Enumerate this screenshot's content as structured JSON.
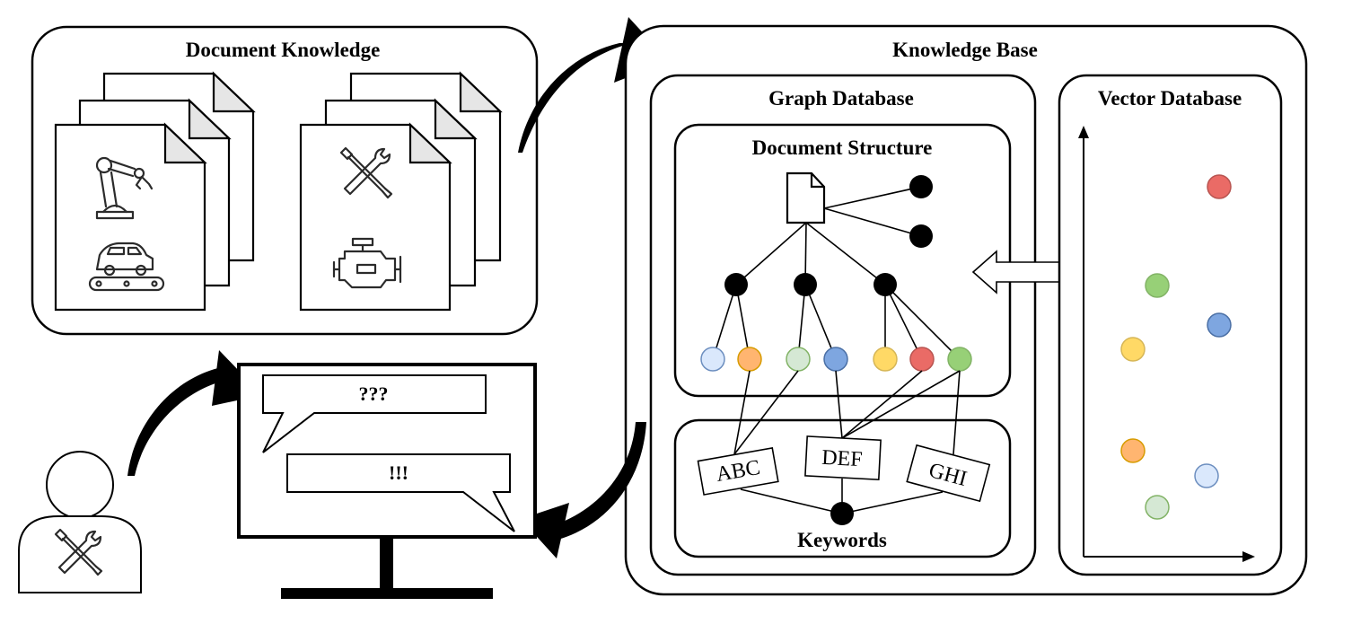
{
  "document_knowledge": {
    "title": "Document Knowledge"
  },
  "knowledge_base": {
    "title": "Knowledge Base"
  },
  "graph_database": {
    "title": "Graph Database"
  },
  "document_structure": {
    "title": "Document Structure"
  },
  "keywords": {
    "title": "Keywords",
    "items": [
      "ABC",
      "DEF",
      "GHI"
    ]
  },
  "vector_database": {
    "title": "Vector Database"
  },
  "chat": {
    "question": "???",
    "answer": "!!!"
  },
  "colors": {
    "light_blue": "#dae8fc",
    "orange": "#ffb570",
    "light_green": "#d5e8d4",
    "blue": "#7ea6e0",
    "yellow": "#ffd966",
    "red": "#ea6b66",
    "green": "#97d077"
  },
  "icons": {
    "doc_stack_1": [
      "robot-arm-icon",
      "car-assembly-icon"
    ],
    "doc_stack_2": [
      "tools-icon",
      "engine-icon"
    ],
    "user": "user-icon"
  }
}
